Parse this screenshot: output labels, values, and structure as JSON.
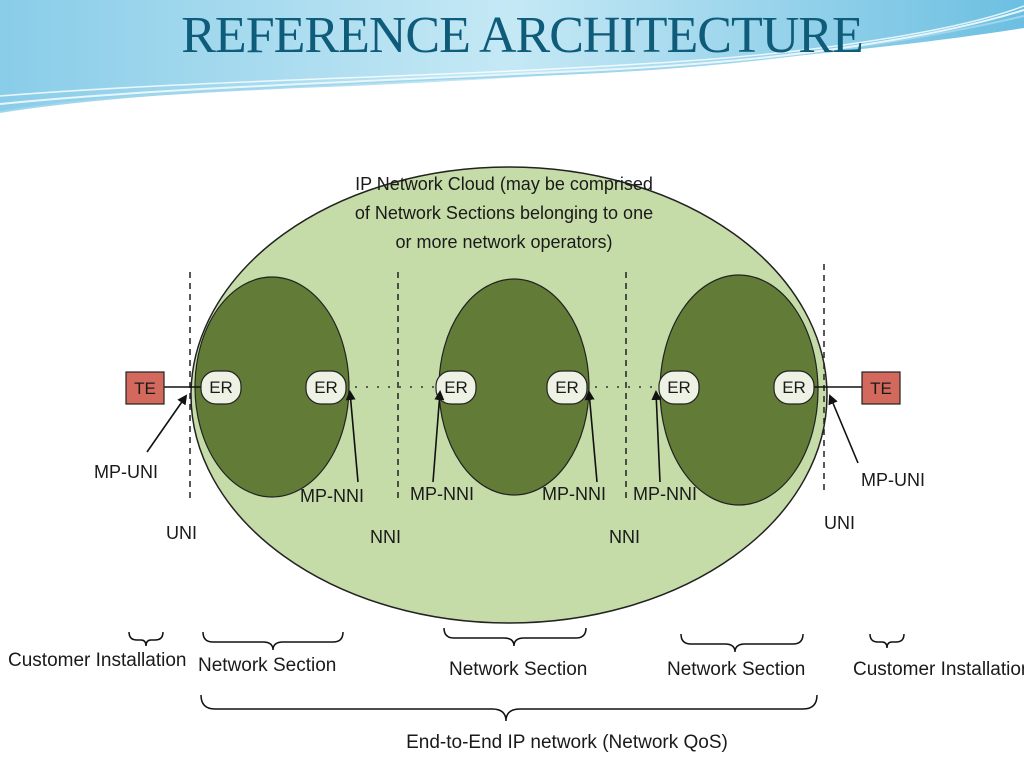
{
  "slide": {
    "title": "REFERENCE ARCHITECTURE"
  },
  "diagram": {
    "cloud_label_lines": [
      "IP Network Cloud (may be comprised",
      "of Network Sections belonging to one",
      "or more network operators)"
    ],
    "terminal": "TE",
    "edge_router": "ER",
    "mp_uni": "MP-UNI",
    "mp_nni": "MP-NNI",
    "uni": "UNI",
    "nni": "NNI",
    "customer_installation": "Customer Installation",
    "network_section": "Network Section",
    "end_to_end": "End-to-End IP network (Network QoS)"
  },
  "colors": {
    "title": "#0e5c79",
    "cloud_fill": "#c6dca8",
    "section_fill": "#627b37",
    "router_fill": "#eef2e4",
    "terminal_fill": "#d2695c",
    "header_band": "#4fb3d9"
  }
}
